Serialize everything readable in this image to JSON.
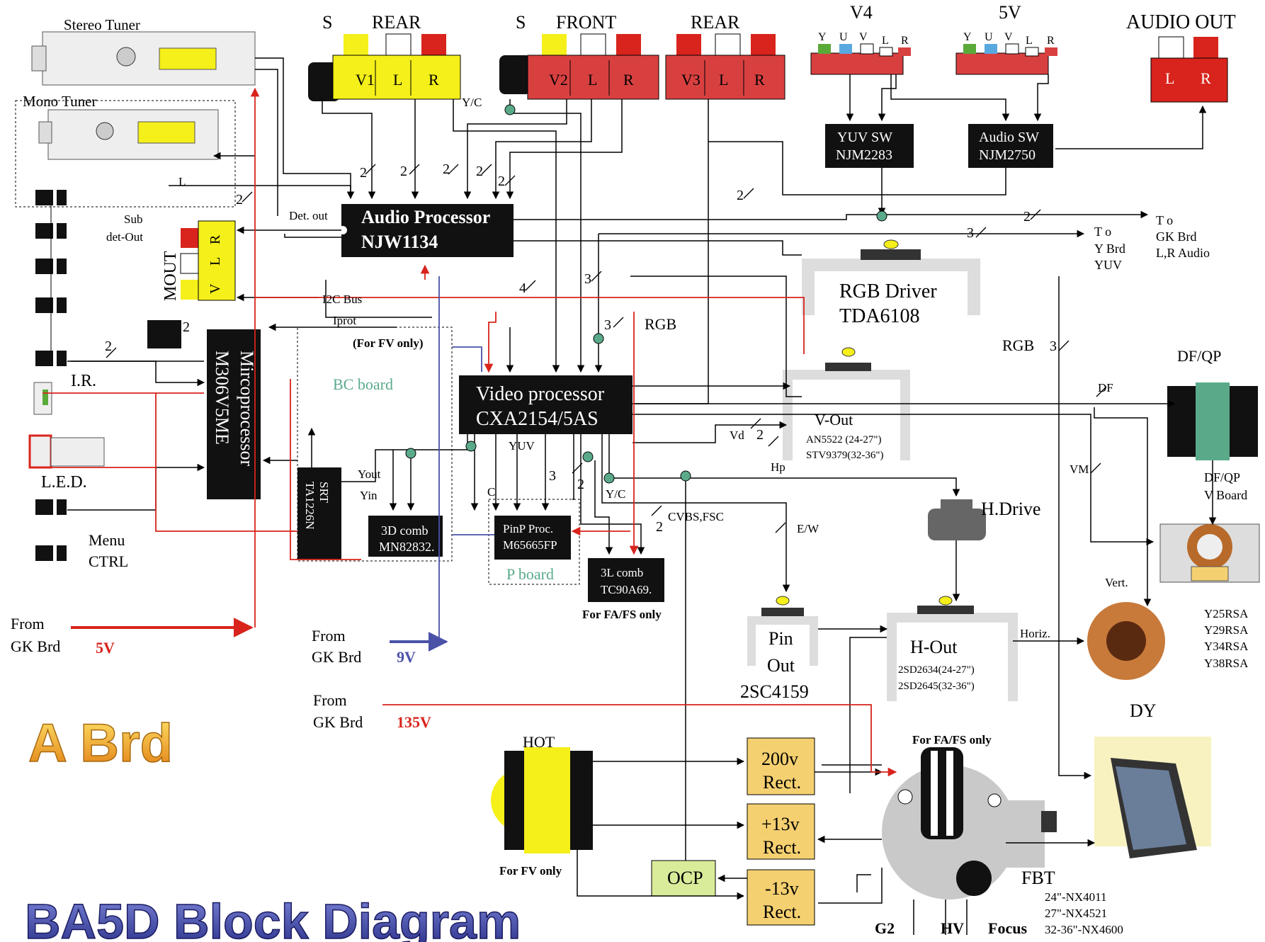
{
  "labels": {
    "stereo_tuner": "Stereo Tuner",
    "mono_tuner": "Mono Tuner",
    "s1": "S",
    "rear1": "REAR",
    "s2": "S",
    "front": "FRONT",
    "rear2": "REAR",
    "v4": "V4",
    "v5": "5V",
    "audio_out": "AUDIO OUT",
    "v1": "V1",
    "l": "L",
    "r": "R",
    "v2": "V2",
    "v3": "V3",
    "y": "Y",
    "u": "U",
    "v": "V",
    "yuv_sw": "YUV SW",
    "njm2283": "NJM2283",
    "audio_sw": "Audio SW",
    "njm2750": "NJM2750",
    "audio_processor": "Audio Processor",
    "njw1134": "NJW1134",
    "det_out": "Det. out",
    "sub_det_out_1": "Sub",
    "sub_det_out_2": "det-Out",
    "mout": "MOUT",
    "i2c_bus": "I2C Bus",
    "iprot": "Iprot",
    "for_fv_only": "(For FV only)",
    "bc_board": "BC board",
    "micro_1": "Mircoprocessor",
    "micro_2": "M306V5ME",
    "ir": "I.R.",
    "led": "L.E.D.",
    "menu": "Menu",
    "ctrl": "CTRL",
    "video_processor": "Video processor",
    "cxa": "CXA2154/5AS",
    "rgb": "RGB",
    "rgb3": "RGB",
    "rgb_driver": "RGB Driver",
    "tda": "TDA6108",
    "to1": "T o",
    "y_brd": "Y Brd",
    "yuv": "YUV",
    "to2": "T o",
    "gk_brd": "GK Brd",
    "lr_audio": "L,R Audio",
    "df_qp": "DF/QP",
    "df": "DF",
    "vm": "VM",
    "df_qp_v_1": "DF/QP",
    "df_qp_v_2": "V Board",
    "v_out": "V-Out",
    "an5522": "AN5522 (24-27\")",
    "stv": "STV9379(32-36\")",
    "vd": "Vd",
    "hp": "Hp",
    "yuv_lbl": "YUV",
    "srt": "SRT",
    "ta": "TA1226N",
    "yout": "Yout",
    "yin": "Yin",
    "comb3d_1": "3D comb",
    "comb3d_2": "MN82832.",
    "c_lbl": "C",
    "pinp_1": "PinP Proc.",
    "pinp_2": "M65665FP",
    "p_board": "P board",
    "yc": "Y/C",
    "yc2": "Y/C",
    "cvbs": "CVBS,FSC",
    "comb3l_1": "3L comb",
    "comb3l_2": "TC90A69.",
    "fa_fs_only": "For FA/FS only",
    "ew": "E/W",
    "h_drive": "H.Drive",
    "vert": "Vert.",
    "y25": "Y25RSA",
    "y29": "Y29RSA",
    "y34": "Y34RSA",
    "y38": "Y38RSA",
    "dy": "DY",
    "pin_out_1": "Pin",
    "pin_out_2": "Out",
    "pin_out_3": "2SC4159",
    "h_out": "H-Out",
    "h_out_1": "2SD2634(24-27\")",
    "h_out_2": "2SD2645(32-36\")",
    "horiz": "Horiz.",
    "from1": "From",
    "gk1": "GK Brd",
    "from2": "From",
    "gk2": "GK Brd",
    "v9": "9V",
    "from3": "From",
    "gk3": "GK Brd",
    "v135": "135V",
    "a_brd": "A Brd",
    "title": "BA5D Block Diagram",
    "hot": "HOT",
    "for_fv_only2": "For FV only",
    "ocp": "OCP",
    "r200_1": "200v",
    "r200_2": "Rect.",
    "r13_1": "+13v",
    "r13_2": "Rect.",
    "rm13_1": "-13v",
    "rm13_2": "Rect.",
    "fa_fs_only2": "For FA/FS only",
    "fbt": "FBT",
    "fbt1": "24\"-NX4011",
    "fbt2": "27\"-NX4521",
    "fbt3": "32-36\"-NX4600",
    "g2": "G2",
    "hv": "HV",
    "focus": "Focus",
    "n2": "2",
    "n3": "3",
    "n4": "4",
    "l_lbl": "L"
  },
  "colors": {
    "red": "#d8241c",
    "yellow": "#f5ef1a",
    "blue": "#4a52a8",
    "green": "#5aaa8a"
  }
}
